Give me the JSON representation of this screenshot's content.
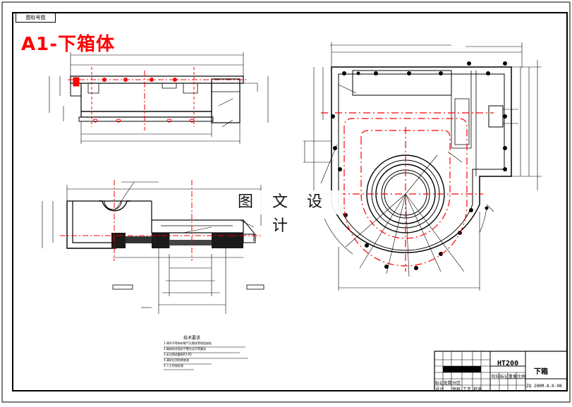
{
  "sheet": {
    "corner_stamp": "图标号图",
    "title": "A1-下箱体",
    "watermark": "图 文 设 计"
  },
  "title_block": {
    "material": "HT200",
    "part_name": "下箱",
    "drawing_number": "ZQ 200M.A.0-08",
    "cells": [
      "标记",
      "处数",
      "分区",
      "设计",
      "审核",
      "工艺",
      "批准",
      "阶段标记",
      "重量",
      "比例"
    ]
  },
  "notes": {
    "heading": "技术要求",
    "lines": [
      "1.铸件不得有砂眼气孔裂纹等铸造缺陷",
      "2.箱体结合面应平整光洁不得漏油",
      "3.未注铸造圆角R3-R5",
      "4.清砂后涂防锈底漆",
      "5.人工时效处理"
    ]
  },
  "colors": {
    "line": "#000000",
    "centerline": "#ff0000",
    "title": "#ff0000",
    "section_fill": "#1a1a1a"
  }
}
